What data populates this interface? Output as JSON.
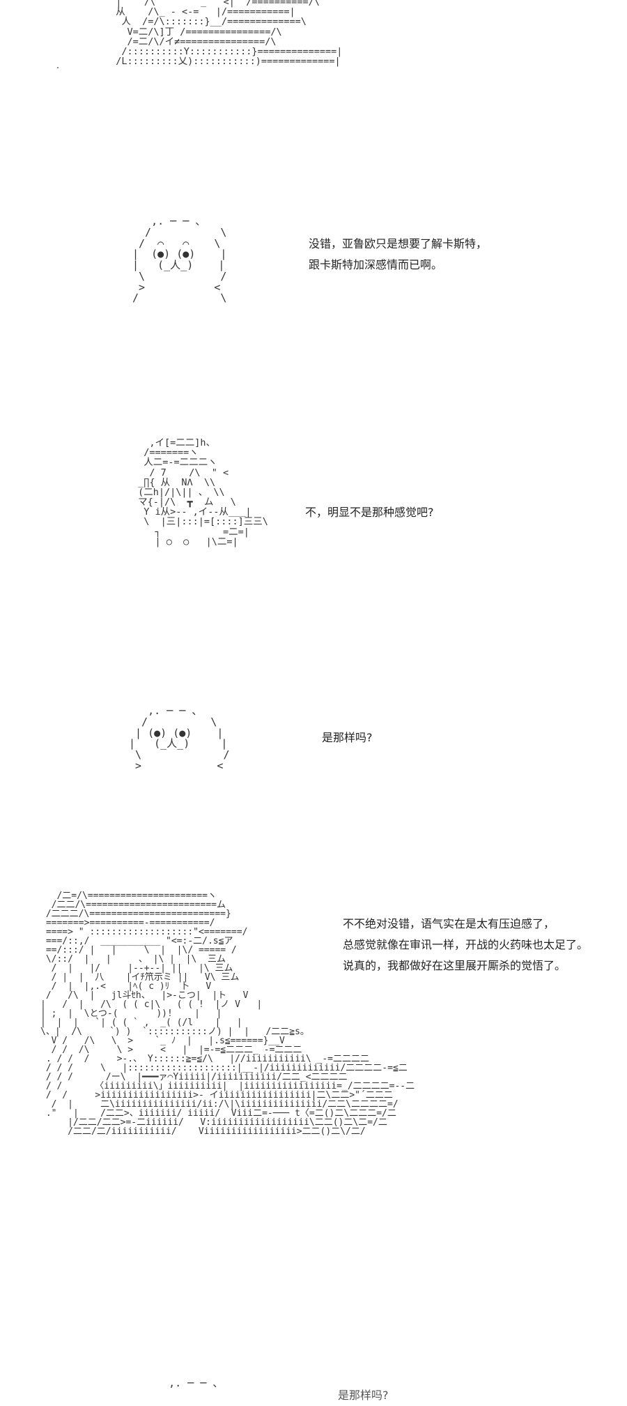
{
  "art": {
    "top": "  |    /\\        _   <|  /==========/\\\n  从    /\\_ - <-=   |/===========|\n   人  /=/\\:::::::}__/=============\\\n    V=二/\\]丁 /===============/\\\n    /=二/\\/イ≠===============/\\\n   /::::::::::Y:::::::::::}==============|\n  /L:::::::::乂):::::::::::)=============|",
    "face1": "   ,. ─ ─ 、\n  /           \\\n /  ⌒   ⌒    \\\n|  (●) (●)    |\n|   (_人_)    |\n \\            /\n >           <\n/             \\",
    "girl": "   ,イ[=二二]h、\n  /=======ヽ\n  人二=-=二二二ヽ\n   / 7    /\\  \" <\n _∏{ 从  NΛ  \\\\\n (二h|/|\\|| 、 \\\\\n マ{-|/\\  ┳  ム   \\\n  Y i从>-- ,イ--从___|\n  \\  |三|:::|=[::::]三三\\\n    ┐           =二=|\n    | ○  ○   |\\二=|",
    "face2": "   ,. ─ ─ 、\n  /          \\\n | (●) (●)    |\n|   (_人_)     |\n \\             /\n >            <",
    "big": "   /二=/\\======================ヽ\n  /二二/\\========================ム\n /二二二/\\=========================}\n =======>==========-===========/\n ====> \" :::::::::::::::::::\"<=======/\n ===/::,/  ___________ \"<=:-二/.s≦ア\n ==/:::/ |   |     \\  |  |\\/ ===== /\n \\/::/  |   |     、 |\\ |  |\\  三ム\n  /  |   |/     |--+--| ||   |\\ 三ム\n  / |  |  八    |イﾁ笊示ミ ||   V\\ 三ム\n  /  |  |,.<    |ﾍ( c )ﾘ  卜   V\n /   /\\  |   jl斗ｾh、  |>-こつ|  |ト   V\n|   /  |   /\\  ( ( c|\\   ( ( !  |ノ V   |\n| ;  |  \\とつ-(       ))!    |   |\n|  |  |   `| ( ( ` ,  _( (/l    |   |\n\\、|  /\\     `) )  `:::::::::::ノ) |  |   /二二≧s。\n  V /   /\\   \\  >    `_ ﾉ  |   |.s≦======}__V\n  / /  /\\     \\ >     <   |  |=-=≦二二二_ -=二二二\n . / /  /     >-.、 Y::::::≧=≦/\\   |//iiiiiiiiiii\\ _-=二二二二\n / / /     \\   |::::::::::::::::::::|__-|/iiiiiiiiiiiii/二二二二-=≦二\n / / /      /ー\\  |━━━ァ⌒Yiiiii|/iiiiiiiiiii/二二_<二二二二\n / /      〈iiiiiiiii\\」iiiiiiiiii|  |iiiiiiiiiiiiiiiii=_/二二二二=--二\n /  /     >iiiiiiiiiiiiiiiii>- イiiiiiiiiiiiiiiiii|二\\二二>\"´二二二\n  /  |     二\\iiiiiiiiiiiiiii/ii:/\\|\\iiiiiiiiiiiiiii/二二\\二二二二=/\n .\"   |    /二二>、iiiiiii/ iiiii/  Viii二=-─── t〈=二()二\\二二二=/二\n     |/二二/二二>=-二iiiiii/   V:iiiiiiiiiiiiiiiiii\\二二()二\\二=/二\n     /二二/二/iiiiiiiiiii/    Viiiiiiiiiiiiiiiii>二二()二\\/二/",
    "bottom": "   ,. ─ ─ 、"
  },
  "dialogues": [
    {
      "lines": [
        "没错，亚鲁欧只是想要了解卡斯特，",
        "跟卡斯特加深感情而已啊。"
      ]
    },
    {
      "lines": [
        "不，明显不是那种感觉吧?"
      ]
    },
    {
      "lines": [
        "是那样吗?"
      ]
    },
    {
      "lines": [
        "不不绝对没错，语气实在是太有压迫感了，",
        "总感觉就像在审讯一样，开战的火药味也太足了。",
        "说真的，我都做好在这里展开厮杀的觉悟了。"
      ]
    },
    {
      "lines": [
        "是那样吗?"
      ]
    }
  ]
}
